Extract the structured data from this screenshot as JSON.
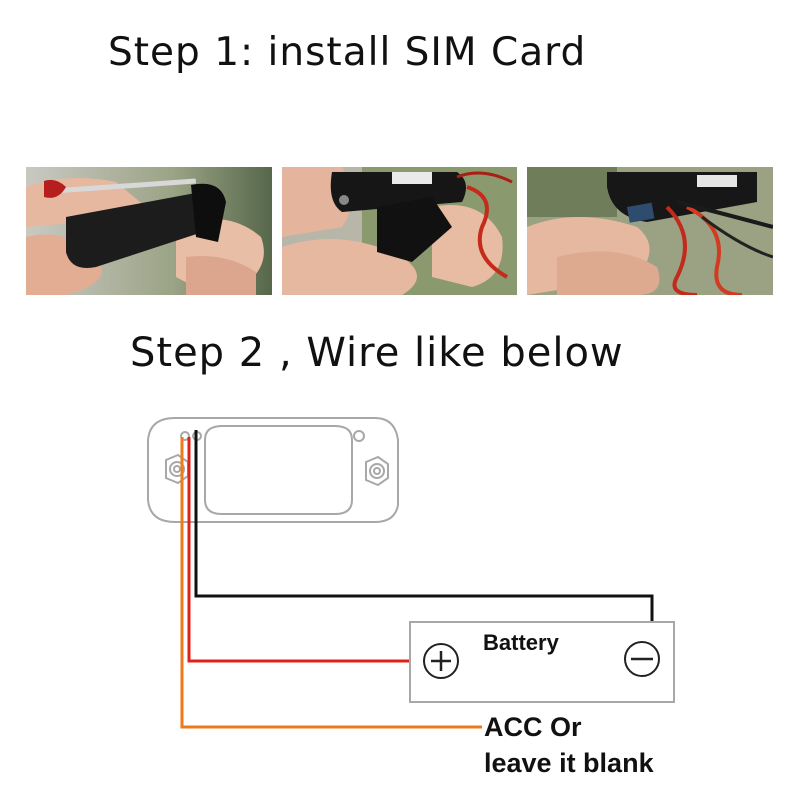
{
  "step1": {
    "title": "Step 1: install SIM Card"
  },
  "step2": {
    "title": "Step 2 , Wire like below"
  },
  "photos": [
    {
      "name": "photo-screwdriver-opening-tracker"
    },
    {
      "name": "photo-opening-sim-cover"
    },
    {
      "name": "photo-inserting-sim-card"
    }
  ],
  "diagram": {
    "battery_label": "Battery",
    "acc_label_line1": "ACC Or",
    "acc_label_line2": "leave it blank",
    "colors": {
      "ground_wire": "#111111",
      "power_wire": "#e0201b",
      "acc_wire": "#f07a1a",
      "outline": "#a8a8a8"
    },
    "icons": [
      "plus-terminal-icon",
      "minus-terminal-icon"
    ]
  }
}
